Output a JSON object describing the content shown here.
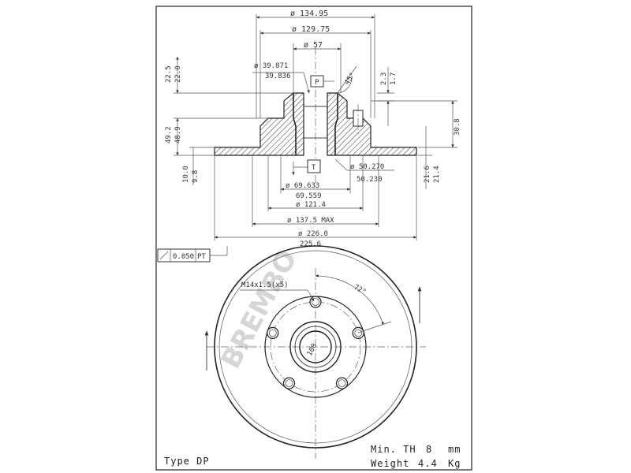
{
  "section": {
    "d_outer_flange": "ø 134.95",
    "d_flange_seat": "ø 129.75",
    "d_hub_top": "ø 57",
    "d_bore_top_1": "ø 39.871",
    "d_bore_top_2": "39.836",
    "angle_chamfer": "45°",
    "datum_p": "P",
    "datum_t": "T",
    "h_hub_1": "22.5",
    "h_hub_2": "22.0",
    "h_step_1": "2.3",
    "h_step_2": "1.7",
    "h_total_1": "49.2",
    "h_total_2": "48.9",
    "h_right": "30.8",
    "thk_1": "10.0",
    "thk_2": "9.8",
    "offset_1": "21.6",
    "offset_2": "21.4",
    "d_bore_bot_1": "ø 50.270",
    "d_bore_bot_2": "50.230",
    "d_pilot_1": "ø 69.633",
    "d_pilot_2": "69.559",
    "d_friction_in": "ø 121.4",
    "d_max": "ø 137.5 MAX",
    "d_disc_1": "ø 226.0",
    "d_disc_2": "225.6"
  },
  "tolerance": {
    "value": "0.050",
    "ref": "PT"
  },
  "plan": {
    "thread": "M14x1.5(x5)",
    "angle": "72°",
    "pcd": "100"
  },
  "footer": {
    "type_label": "Type DP",
    "min_th_label": "Min. TH",
    "min_th_value": "8",
    "min_th_unit": "mm",
    "weight_label": "Weight",
    "weight_value": "4.4",
    "weight_unit": "Kg"
  },
  "watermark": "BREMBO"
}
